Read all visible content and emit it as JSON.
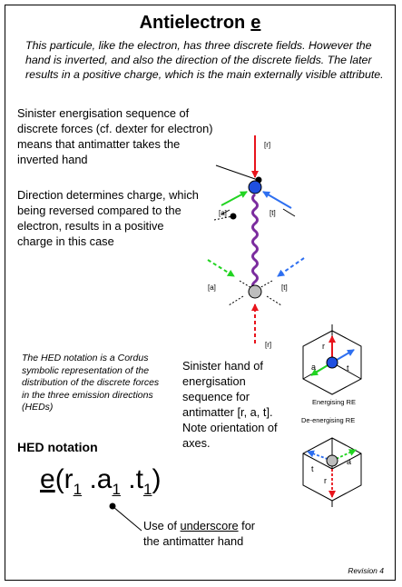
{
  "title": {
    "prefix": "Antielectron",
    "symbol": "e"
  },
  "intro": "This particule, like the electron, has three discrete fields. However the hand is inverted, and also the direction of the discrete fields. The later results in a positive charge, which is the main externally visible attribute.",
  "paragraph_sinister": "Sinister energisation sequence of discrete forces (cf. dexter for electron)  means that antimatter takes the inverted hand",
  "paragraph_direction": "Direction determines charge, which being reversed compared to the electron, results in a positive charge in this case",
  "hed_note": "The HED notation is a Cordus symbolic representation of the distribution of the discrete forces in the three emission directions  (HEDs)",
  "sinister_hand": "Sinister  hand of energisation sequence for antimatter [r, a, t]. Note orientation of axes.",
  "hed_heading": "HED notation",
  "formula": {
    "e": "e",
    "open": "(r",
    "s1": "1",
    "a": " .a",
    "s2": "1",
    "t": " .t",
    "s3": "1",
    "close": ")"
  },
  "underscore_note": {
    "before": "Use of ",
    "underlined": "underscore",
    "after": " for the antimatter hand"
  },
  "revision": "Revision 4",
  "diagram_labels": {
    "r_top": "[r]",
    "a_upper": "[a]",
    "t_upper": "[t]",
    "a_lower": "[a]",
    "t_lower": "[t]",
    "r_lower": "[r]"
  },
  "cube_top": {
    "r": "r",
    "a": "a",
    "t": "t",
    "caption": "Energising RE"
  },
  "cube_bottom": {
    "r": "r",
    "a": "a",
    "t": "t",
    "caption": "De-energising RE"
  },
  "colors": {
    "red": "#e8141c",
    "green": "#21d421",
    "blue": "#2e6ff0",
    "purple": "#7b2c9e",
    "reactor_blue": "#1f4fe0",
    "reactor_grey": "#bdbdbd"
  }
}
